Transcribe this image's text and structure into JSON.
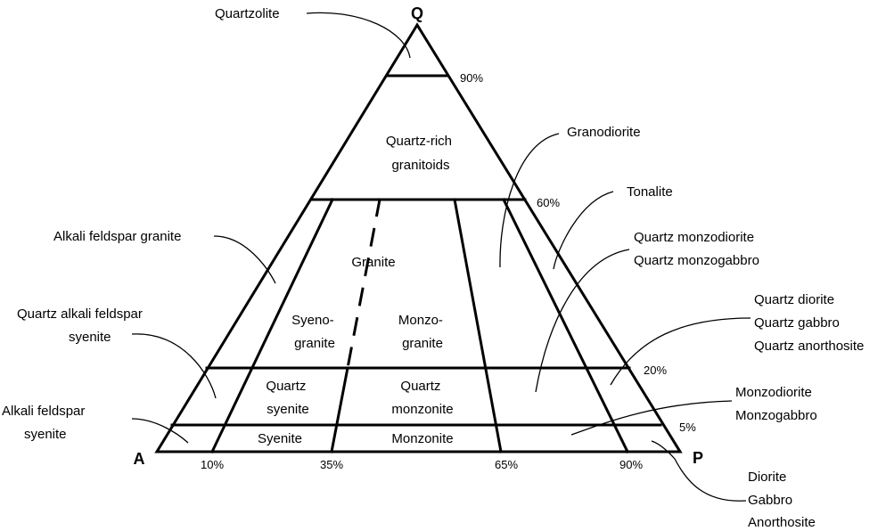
{
  "vertices": {
    "top": "Q",
    "left": "A",
    "right": "P"
  },
  "side_percentages": [
    "90%",
    "60%",
    "20%",
    "5%"
  ],
  "base_percentages": [
    "10%",
    "35%",
    "65%",
    "90%"
  ],
  "fields": {
    "quartz_rich": [
      "Quartz-rich",
      "granitoids"
    ],
    "granite": "Granite",
    "syenogranite": [
      "Syeno-",
      "granite"
    ],
    "monzogranite": [
      "Monzo-",
      "granite"
    ],
    "quartz_syenite": [
      "Quartz",
      "syenite"
    ],
    "quartz_monzonite": [
      "Quartz",
      "monzonite"
    ],
    "syenite": "Syenite",
    "monzonite": "Monzonite"
  },
  "callouts": {
    "quartzolite": [
      "Quartzolite"
    ],
    "alkali_feldspar_granite": [
      "Alkali feldspar granite"
    ],
    "quartz_alkali_feldspar_syenite": [
      "Quartz alkali feldspar",
      "syenite"
    ],
    "alkali_feldspar_syenite": [
      "Alkali feldspar",
      "syenite"
    ],
    "granodiorite": [
      "Granodiorite"
    ],
    "tonalite": [
      "Tonalite"
    ],
    "quartz_monzodiorite": [
      "Quartz monzodiorite",
      "Quartz monzogabbro"
    ],
    "quartz_diorite": [
      "Quartz diorite",
      "Quartz gabbro",
      "Quartz anorthosite"
    ],
    "monzodiorite": [
      "Monzodiorite",
      "Monzogabbro"
    ],
    "diorite": [
      "Diorite",
      "Gabbro",
      "Anorthosite"
    ]
  }
}
